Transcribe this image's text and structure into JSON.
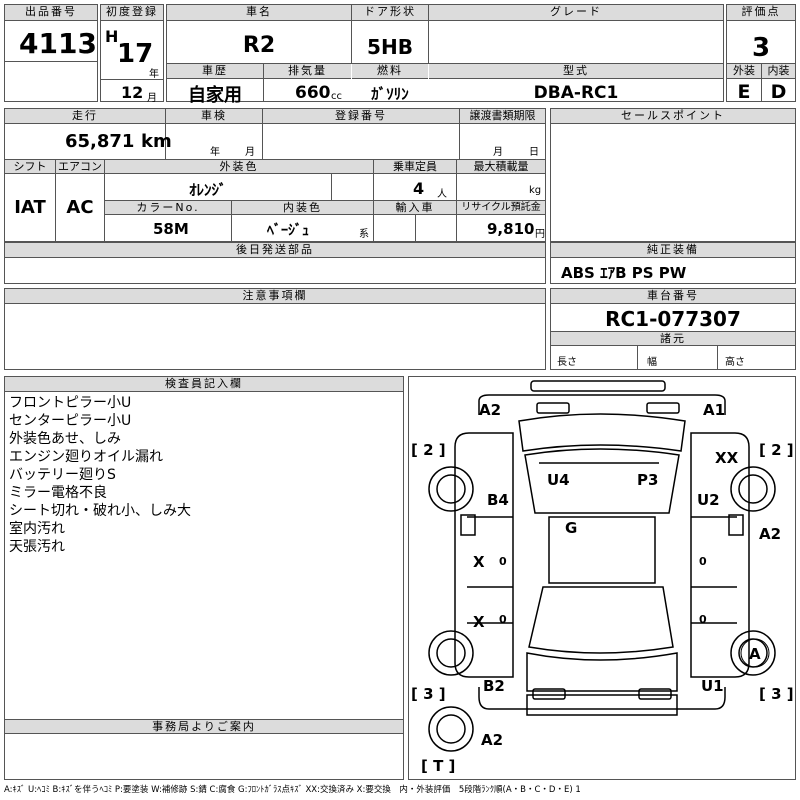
{
  "header": {
    "lot_no_label": "出品番号",
    "lot_no": "4113",
    "first_reg_label": "初度登録",
    "era": "H",
    "year": "17",
    "year_unit": "年",
    "month": "12",
    "month_unit": "月",
    "car_name_label": "車名",
    "car_name": "R2",
    "door_label": "ドア形状",
    "door": "5HB",
    "grade_label": "グレード",
    "grade": "",
    "score_label": "評価点",
    "score": "3",
    "history_label": "車歴",
    "history": "自家用",
    "displacement_label": "排気量",
    "displacement": "660",
    "cc_unit": "cc",
    "fuel_label": "燃料",
    "fuel": "ｶﾞｿﾘﾝ",
    "model_label": "型式",
    "model": "DBA-RC1",
    "exterior_label": "外装",
    "exterior": "E",
    "interior_label": "内装",
    "interior": "D"
  },
  "row2": {
    "mileage_label": "走行",
    "mileage": "65,871",
    "mileage_unit": "km",
    "inspection_label": "車検",
    "year_unit": "年",
    "month_unit": "月",
    "reg_no_label": "登録番号",
    "reg_no": "",
    "transfer_label": "譲渡書類期限",
    "month_unit2": "月",
    "day_unit": "日",
    "shift_label": "シフト",
    "shift": "IAT",
    "ac_label": "エアコン",
    "ac": "AC",
    "ext_color_label": "外装色",
    "ext_color": "ｵﾚﾝｼﾞ",
    "capacity_label": "乗車定員",
    "capacity": "4",
    "capacity_unit": "人",
    "max_load_label": "最大積載量",
    "max_load_unit": "kg",
    "color_no_label": "カラーNo.",
    "color_no": "58M",
    "int_color_label": "内装色",
    "int_color": "ﾍﾞｰｼﾞｭ",
    "int_color_unit": "系",
    "import_label": "輸入車",
    "recycle_label": "リサイクル預託金",
    "recycle": "9,810",
    "recycle_unit": "円"
  },
  "sales_points_label": "セールスポイント",
  "later_parts_label": "後日発送部品",
  "equipment_label": "純正装備",
  "equipment": "ABS ｴｱB PS PW",
  "notes_label": "注意事項欄",
  "chassis_label": "車台番号",
  "chassis": "RC1-077307",
  "specs_label": "諸元",
  "length_label": "長さ",
  "width_label": "幅",
  "height_label": "高さ",
  "inspector_label": "検査員記入欄",
  "inspector_notes": [
    "フロントピラー小U",
    "センターピラー小U",
    "外装色あせ、しみ",
    "エンジン廻りオイル漏れ",
    "バッテリー廻りS",
    "ミラー電格不良",
    "シート切れ・破れ小、しみ大",
    "室内汚れ",
    "天張汚れ"
  ],
  "office_label": "事務局よりご案内",
  "legend": "A:ｷｽﾞ U:ﾍｺﾐ B:ｷｽﾞを伴うﾍｺﾐ P:要塗装 W:補修跡 S:錆 C:腐食 G:ﾌﾛﾝﾄｶﾞﾗｽ点ｷｽﾞ XX:交換済み X:要交換　内・外装評価　5段階ﾗﾝｸ順(A・B・C・D・E) 1",
  "diagram_marks": {
    "front_left": "A2",
    "front_right": "A1",
    "tire_fl": "[ 2 ]",
    "tire_fr": "[ 2 ]",
    "roof_left": "U4",
    "roof_right": "P3",
    "fender_r": "XX",
    "pillar_l": "B4",
    "pillar_r": "U2",
    "glass": "G",
    "door_rr": "A2",
    "door_fl": "X",
    "door_rl": "X",
    "zero1": "0",
    "zero2": "0",
    "zero3": "0",
    "zero4": "0",
    "rear_wheel_r": "A",
    "tire_rl": "[ 3 ]",
    "tire_rr": "[ 3 ]",
    "quarter_l": "B2",
    "quarter_r": "U1",
    "rear": "A2",
    "spare": "[ T ]"
  }
}
